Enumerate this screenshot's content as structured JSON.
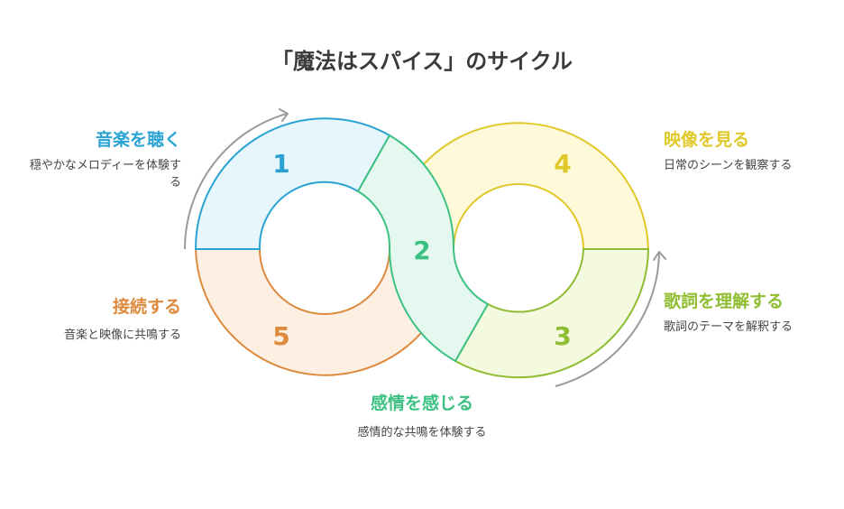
{
  "title": "「魔法はスパイス」のサイクル",
  "steps": [
    {
      "number": "1",
      "title": "音楽を聴く",
      "description": "穏やかなメロディーを体験する",
      "color": "#2aa3d3",
      "fill": "#e6f6fc"
    },
    {
      "number": "2",
      "title": "感情を感じる",
      "description": "感情的な共鳴を体験する",
      "color": "#3cc183",
      "fill": "#e5f8ef"
    },
    {
      "number": "3",
      "title": "歌詞を理解する",
      "description": "歌詞のテーマを解釈する",
      "color": "#8fbd32",
      "fill": "#f3fadf"
    },
    {
      "number": "4",
      "title": "映像を見る",
      "description": "日常のシーンを観察する",
      "color": "#e0c828",
      "fill": "#fef9d9"
    },
    {
      "number": "5",
      "title": "接続する",
      "description": "音楽と映像に共鳴する",
      "color": "#dd8a3c",
      "fill": "#fdf0e3"
    }
  ],
  "arrow_color": "#9a9a9a"
}
